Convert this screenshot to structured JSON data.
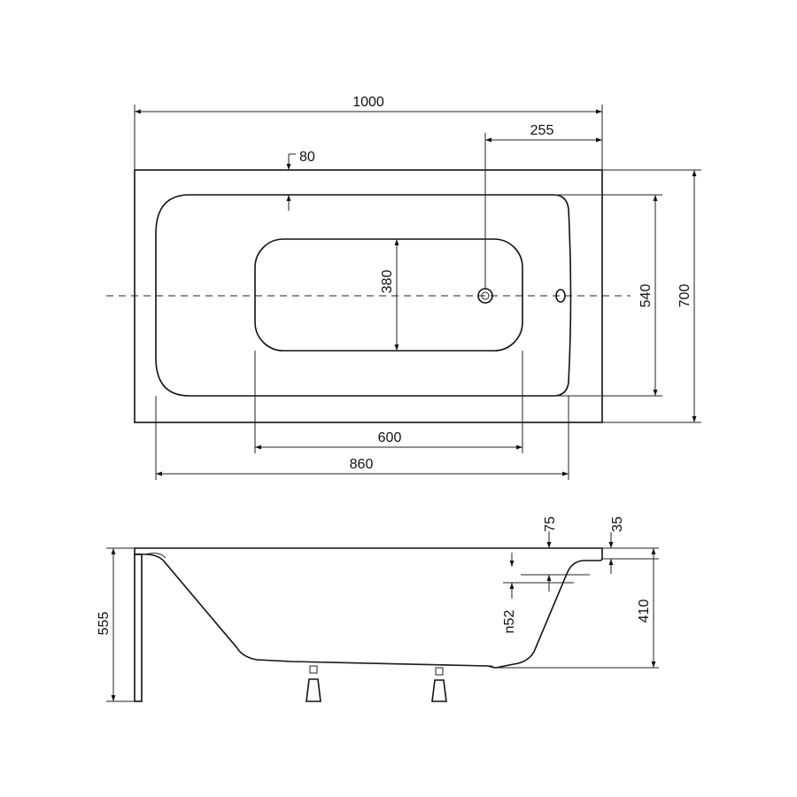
{
  "top_view": {
    "overall_length": "1000",
    "overall_width": "700",
    "inner_length": "860",
    "inner_width": "540",
    "bottom_length": "600",
    "bottom_width": "380",
    "drain_offset": "255",
    "rim_offset": "80"
  },
  "side_view": {
    "total_height": "555",
    "depth": "410",
    "rim_top": "35",
    "overflow_depth": "75",
    "overflow_diameter": "n52"
  }
}
